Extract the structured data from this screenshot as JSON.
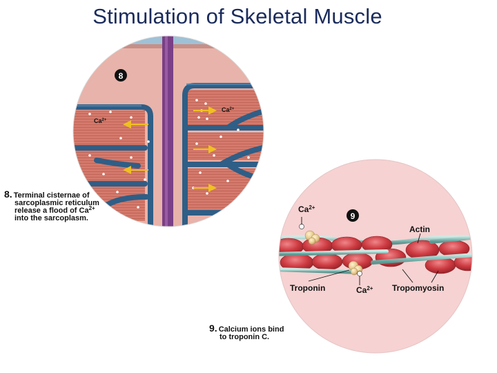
{
  "title": "Stimulation of Skeletal Muscle",
  "panel8": {
    "badge": "8",
    "ion_left": "Ca",
    "ion_left_charge": "2+",
    "ion_right": "Ca",
    "ion_right_charge": "2+"
  },
  "panel9": {
    "badge": "9",
    "ion_top": "Ca",
    "ion_top_charge": "2+",
    "ion_bottom": "Ca",
    "ion_bottom_charge": "2+",
    "label_actin": "Actin",
    "label_troponin": "Troponin",
    "label_tropomyosin": "Tropomyosin"
  },
  "caption8": {
    "number": "8.",
    "line1": "Terminal cisternae of",
    "line2": "sarcoplasmic reticulum",
    "line3_pre": "release a flood of Ca",
    "line3_charge": "2+",
    "line4": "into the sarcoplasm."
  },
  "caption9": {
    "number": "9.",
    "line1": "Calcium ions bind",
    "line2": "to troponin C."
  },
  "colors": {
    "title": "#1a2b5c",
    "muscle": "#d98072",
    "stripe": "#b85a4c",
    "tubule": "#2f5e86",
    "t_tubule": "#7a3f86",
    "arrow": "#f0c020",
    "actin": "#c7353b",
    "tropomyosin": "#8fc3bd",
    "panel9_bg": "#f6d2d2"
  }
}
